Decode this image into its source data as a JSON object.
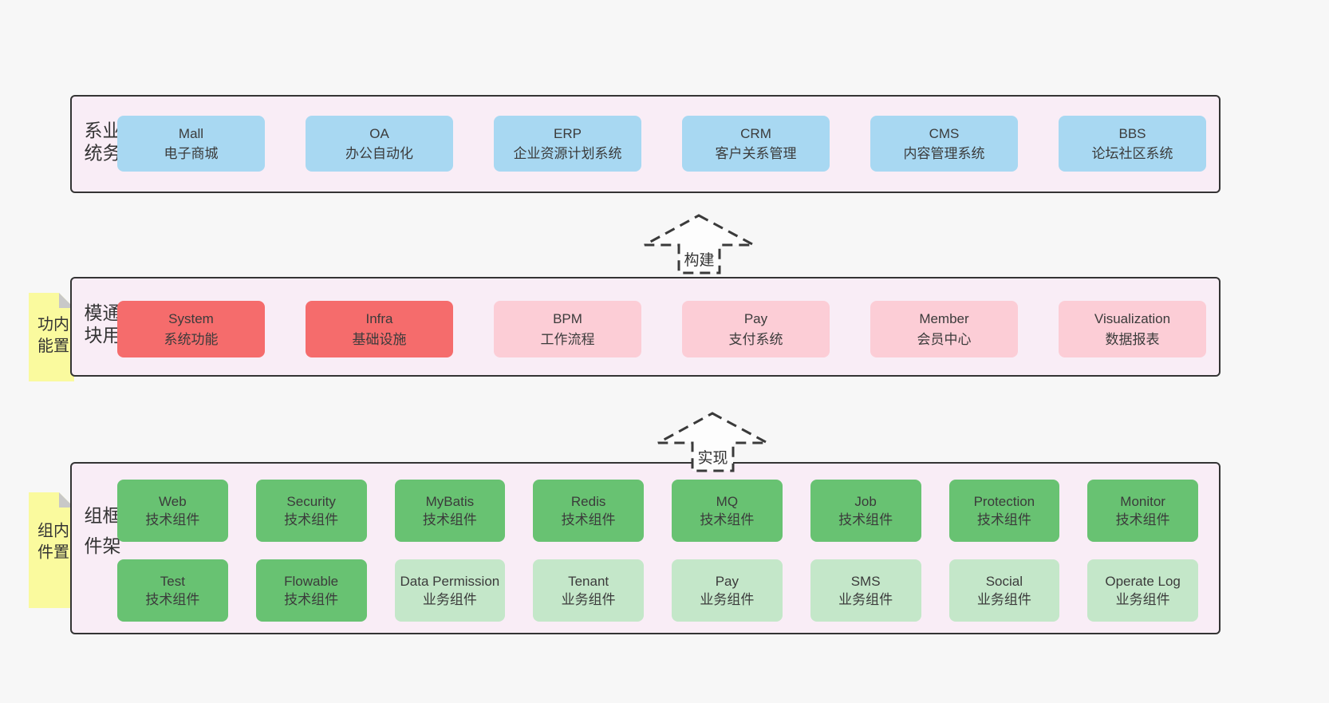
{
  "diagram": {
    "rows": [
      {
        "label": "业务系统",
        "boxes": [
          {
            "title": "Mall",
            "subtitle": "电子商城"
          },
          {
            "title": "OA",
            "subtitle": "办公自动化"
          },
          {
            "title": "ERP",
            "subtitle": "企业资源计划系统"
          },
          {
            "title": "CRM",
            "subtitle": "客户关系管理"
          },
          {
            "title": "CMS",
            "subtitle": "内容管理系统"
          },
          {
            "title": "BBS",
            "subtitle": "论坛社区系统"
          }
        ]
      },
      {
        "label": "通用模块",
        "sticky_note": "内置功能",
        "boxes": [
          {
            "title": "System",
            "subtitle": "系统功能"
          },
          {
            "title": "Infra",
            "subtitle": "基础设施"
          },
          {
            "title": "BPM",
            "subtitle": "工作流程"
          },
          {
            "title": "Pay",
            "subtitle": "支付系统"
          },
          {
            "title": "Member",
            "subtitle": "会员中心"
          },
          {
            "title": "Visualization",
            "subtitle": "数据报表"
          }
        ]
      },
      {
        "label": "框架组件",
        "sticky_note": "内置组件",
        "boxes": [
          {
            "title": "Web",
            "subtitle": "技术组件"
          },
          {
            "title": "Security",
            "subtitle": "技术组件"
          },
          {
            "title": "MyBatis",
            "subtitle": "技术组件"
          },
          {
            "title": "Redis",
            "subtitle": "技术组件"
          },
          {
            "title": "MQ",
            "subtitle": "技术组件"
          },
          {
            "title": "Job",
            "subtitle": "技术组件"
          },
          {
            "title": "Protection",
            "subtitle": "技术组件"
          },
          {
            "title": "Monitor",
            "subtitle": "技术组件"
          },
          {
            "title": "Test",
            "subtitle": "技术组件"
          },
          {
            "title": "Flowable",
            "subtitle": "技术组件"
          },
          {
            "title": "Data Permission",
            "subtitle": "业务组件"
          },
          {
            "title": "Tenant",
            "subtitle": "业务组件"
          },
          {
            "title": "Pay",
            "subtitle": "业务组件"
          },
          {
            "title": "SMS",
            "subtitle": "业务组件"
          },
          {
            "title": "Social",
            "subtitle": "业务组件"
          },
          {
            "title": "Operate Log",
            "subtitle": "业务组件"
          }
        ]
      }
    ],
    "arrows": [
      {
        "label": "构建"
      },
      {
        "label": "实现"
      }
    ],
    "colors": {
      "page_bg": "#f7f7f7",
      "panel_bg": "#f9edf6",
      "panel_border": "#343434",
      "blue_box": "#a8d8f2",
      "red_box": "#f56c6c",
      "pink_box": "#fccdd6",
      "green_box": "#68c272",
      "light_green_box": "#c4e7c9",
      "sticky_yellow": "#fafa9e",
      "sticky_fold_gray": "#c8c8c8",
      "text": "#3b3b3b"
    }
  }
}
